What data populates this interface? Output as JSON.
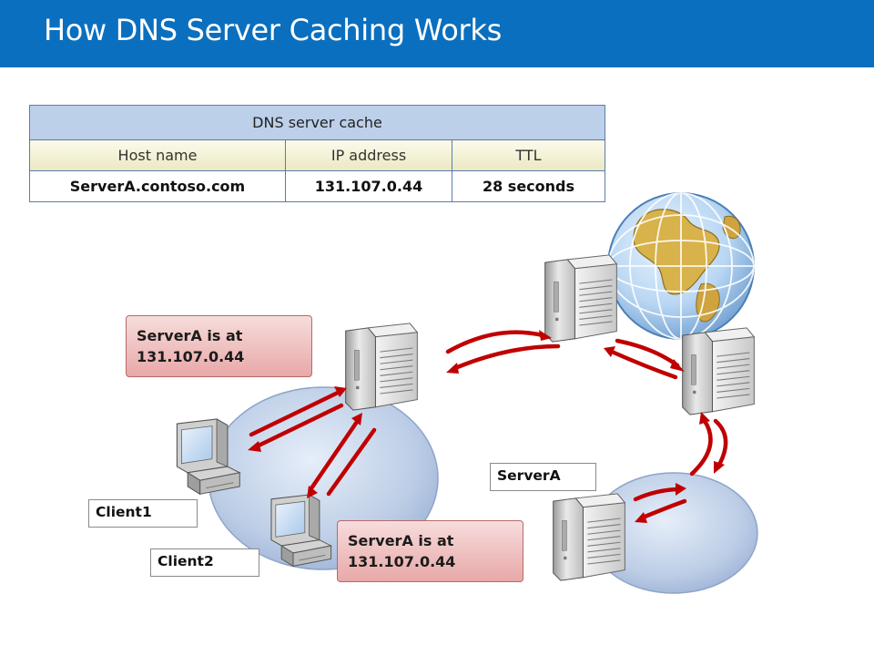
{
  "slide": {
    "title": "How DNS Server Caching Works"
  },
  "cache_table": {
    "caption": "DNS server cache",
    "columns": [
      "Host name",
      "IP address",
      "TTL"
    ],
    "rows": [
      [
        "ServerA.contoso.com",
        "131.107.0.44",
        "28 seconds"
      ]
    ]
  },
  "labels": {
    "client1": "Client1",
    "client2": "Client2",
    "servera": "ServerA"
  },
  "callouts": {
    "top": {
      "line1": "ServerA  is at",
      "line2": "131.107.0.44"
    },
    "bottom": {
      "line1": "ServerA  is at",
      "line2": "131.107.0.44"
    }
  },
  "colors": {
    "header": "#0a6fbe",
    "arrow": "#c00000",
    "callout": "#e8a8a8",
    "network": "#bccde6"
  }
}
